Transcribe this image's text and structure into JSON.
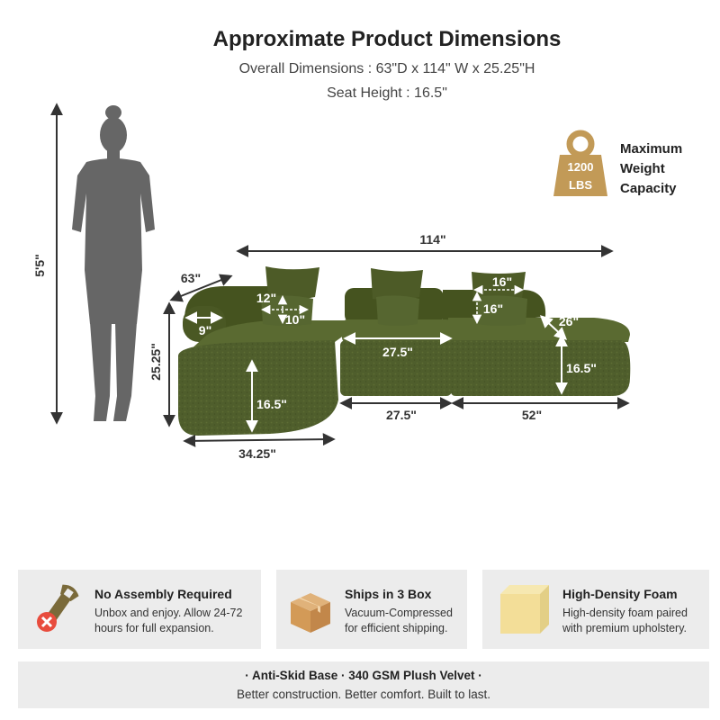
{
  "header": {
    "title": "Approximate Product Dimensions",
    "overall": "Overall Dimensions : 63\"D x 114\" W x 25.25\"H",
    "seat_height": "Seat Height : 16.5\""
  },
  "person_height": "5'5\"",
  "capacity": {
    "amount": "1200",
    "unit": "LBS",
    "label_line1": "Maximum",
    "label_line2": "Weight",
    "label_line3": "Capacity"
  },
  "dimensions": {
    "total_width": "114\"",
    "depth": "63\"",
    "height": "25.25\"",
    "arm_width": "9\"",
    "pillow_large_w": "12\"",
    "pillow_large_h": "10\"",
    "pillow_small_w": "16\"",
    "pillow_small_h": "16\"",
    "chaise_seat_height": "16.5\"",
    "middle_seat_depth": "27.5\"",
    "middle_width": "27.5\"",
    "right_seat_height": "16.5\"",
    "right_back": "26\"",
    "right_width": "52\"",
    "left_width": "34.25\""
  },
  "colors": {
    "sofa": "#4f5e2c",
    "sofa_dark": "#3e4a22",
    "sofa_light": "#5f6f35",
    "silhouette": "#666666",
    "weight_icon": "#c29a57",
    "arrow": "#333333",
    "card_bg": "#ececec"
  },
  "features": [
    {
      "icon": "wrench-no-tools-icon",
      "title": "No Assembly Required",
      "line1": "Unbox and enjoy. Allow 24-72",
      "line2": "hours for full expansion."
    },
    {
      "icon": "cardboard-box-icon",
      "title": "Ships in 3 Box",
      "line1": "Vacuum-Compressed",
      "line2": "for efficient shipping."
    },
    {
      "icon": "foam-block-icon",
      "title": "High-Density Foam",
      "line1": "High-density foam paired",
      "line2": "with premium upholstery."
    }
  ],
  "footer": {
    "highlights": "· Anti-Skid Base  ·  340 GSM Plush Velvet  ·",
    "tagline": "Better construction. Better comfort. Built to last."
  }
}
